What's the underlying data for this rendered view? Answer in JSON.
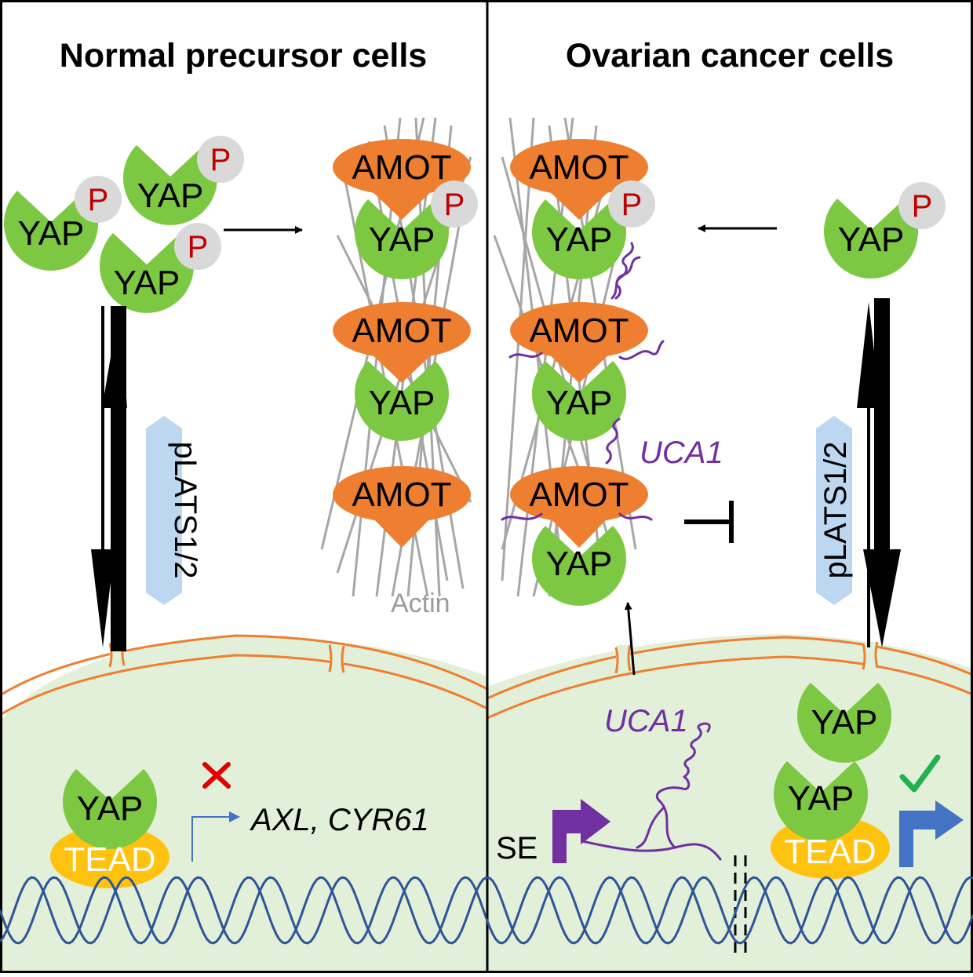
{
  "panels": {
    "left": {
      "title": "Normal precursor cells"
    },
    "right": {
      "title": "Ovarian cancer cells"
    }
  },
  "labels": {
    "yap": "YAP",
    "phosphate": "P",
    "amot": "AMOT",
    "tead": "TEAD",
    "kinase": "pLATS1/2",
    "actin": "Actin",
    "target_genes": "AXL, CYR61",
    "lncrna": "UCA1",
    "super_enhancer": "SE"
  },
  "status": {
    "left_transcription": "blocked",
    "right_transcription": "active"
  },
  "colors": {
    "yap": "#7dc843",
    "amot": "#ee7f30",
    "tead": "#ffc20e",
    "phosphate_circle": "#d9d9d9",
    "phosphate_text": "#c00000",
    "kinase_box": "#bcd7ef",
    "nucleus": "#e2efd9",
    "nuclear_envelope": "#ee7f30",
    "dna": "#2f5597",
    "actin": "#a6a6a6",
    "uca1": "#7030a0",
    "active_arrow": "#4472c4",
    "check": "#22b14c",
    "cross": "#e00000"
  }
}
